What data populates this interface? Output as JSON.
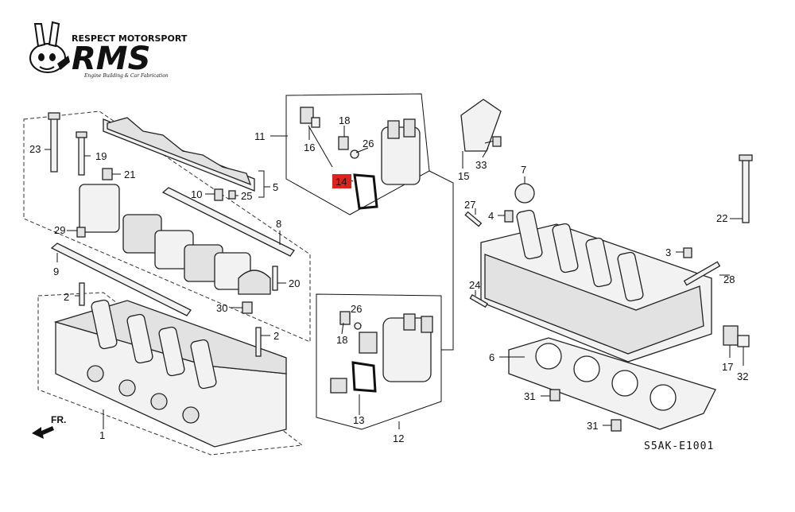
{
  "logo": {
    "top_line": "RESPECT MOTORSPORT",
    "mark": "RMS",
    "tagline": "Engine Building & Car Fabrication"
  },
  "diagram_code": "S5AK-E1001",
  "front_label": "FR.",
  "highlighted_part": "14",
  "highlight_color": "#e0211b",
  "callouts": [
    {
      "id": "c1",
      "label": "1"
    },
    {
      "id": "c2a",
      "label": "2"
    },
    {
      "id": "c2b",
      "label": "2"
    },
    {
      "id": "c3",
      "label": "3"
    },
    {
      "id": "c4",
      "label": "4"
    },
    {
      "id": "c5",
      "label": "5"
    },
    {
      "id": "c6",
      "label": "6"
    },
    {
      "id": "c7",
      "label": "7"
    },
    {
      "id": "c8",
      "label": "8"
    },
    {
      "id": "c9",
      "label": "9"
    },
    {
      "id": "c10",
      "label": "10"
    },
    {
      "id": "c11",
      "label": "11"
    },
    {
      "id": "c12",
      "label": "12"
    },
    {
      "id": "c13",
      "label": "13"
    },
    {
      "id": "c14",
      "label": "14"
    },
    {
      "id": "c15",
      "label": "15"
    },
    {
      "id": "c16",
      "label": "16"
    },
    {
      "id": "c17",
      "label": "17"
    },
    {
      "id": "c18a",
      "label": "18"
    },
    {
      "id": "c18b",
      "label": "18"
    },
    {
      "id": "c19",
      "label": "19"
    },
    {
      "id": "c20",
      "label": "20"
    },
    {
      "id": "c21",
      "label": "21"
    },
    {
      "id": "c22",
      "label": "22"
    },
    {
      "id": "c23",
      "label": "23"
    },
    {
      "id": "c24",
      "label": "24"
    },
    {
      "id": "c25",
      "label": "25"
    },
    {
      "id": "c26a",
      "label": "26"
    },
    {
      "id": "c26b",
      "label": "26"
    },
    {
      "id": "c27",
      "label": "27"
    },
    {
      "id": "c28",
      "label": "28"
    },
    {
      "id": "c29",
      "label": "29"
    },
    {
      "id": "c30",
      "label": "30"
    },
    {
      "id": "c31a",
      "label": "31"
    },
    {
      "id": "c31b",
      "label": "31"
    },
    {
      "id": "c32",
      "label": "32"
    },
    {
      "id": "c33",
      "label": "33"
    }
  ]
}
